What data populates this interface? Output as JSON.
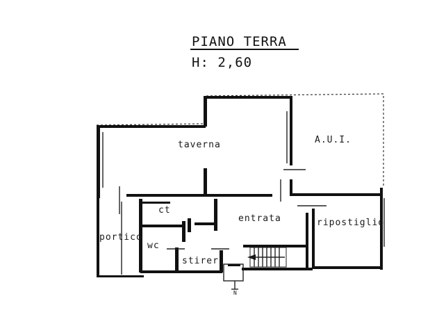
{
  "header": {
    "title": "PIANO  TERRA",
    "height": "H: 2,60"
  },
  "rooms": {
    "taverna": "taverna",
    "aui": "A.U.I.",
    "ct": "ct",
    "entrata": "entrata",
    "ripostiglio": "ripostiglio",
    "portico": "portico",
    "wc": "wc",
    "stirer": "stirer.",
    "north": "N"
  }
}
